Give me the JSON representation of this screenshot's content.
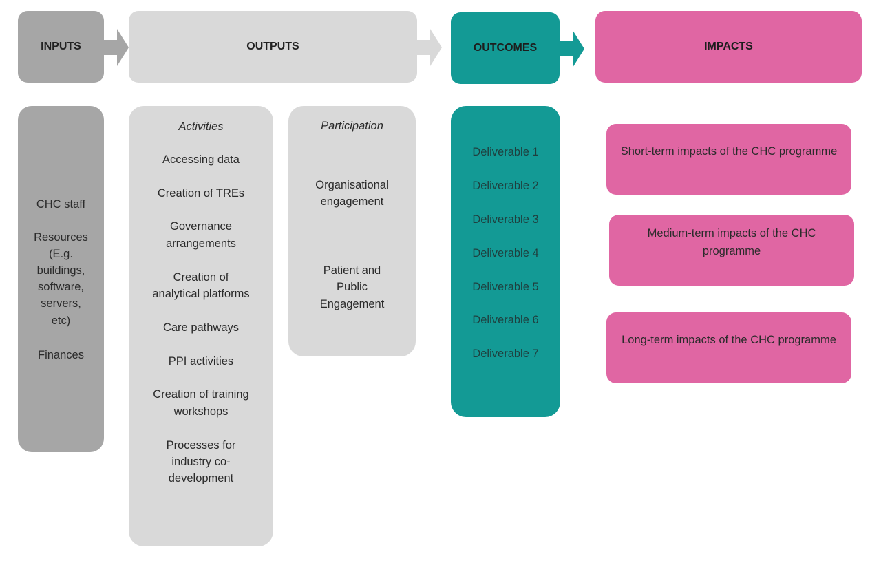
{
  "headers": {
    "inputs": "INPUTS",
    "outputs": "OUTPUTS",
    "outcomes": "OUTCOMES",
    "impacts": "IMPACTS"
  },
  "inputs": {
    "items": [
      "CHC staff",
      "Resources",
      "(E.g.",
      "buildings,",
      "software,",
      "servers,",
      "etc)",
      "Finances"
    ]
  },
  "activities": {
    "title": "Activities",
    "items": [
      "Accessing data",
      "Creation of TREs",
      "Governance",
      "arrangements",
      "Creation of",
      "analytical platforms",
      "Care pathways",
      "PPI activities",
      "Creation of training",
      "workshops",
      "Processes for",
      "industry co-",
      "development"
    ]
  },
  "participation": {
    "title": "Participation",
    "items": [
      "Organisational",
      "engagement",
      "Patient and",
      "Public",
      "Engagement"
    ]
  },
  "outcomes": {
    "items": [
      "Deliverable 1",
      "Deliverable 2",
      "Deliverable 3",
      "Deliverable 4",
      "Deliverable 5",
      "Deliverable 6",
      "Deliverable 7"
    ]
  },
  "impacts": {
    "items": [
      "Short-term impacts of the CHC programme",
      "Medium-term impacts of the CHC programme",
      "Long-term impacts of the CHC programme"
    ]
  },
  "colors": {
    "inputs": "#a6a6a6",
    "outputs": "#d9d9d9",
    "outcomes": "#139a95",
    "impacts": "#e066a3"
  }
}
